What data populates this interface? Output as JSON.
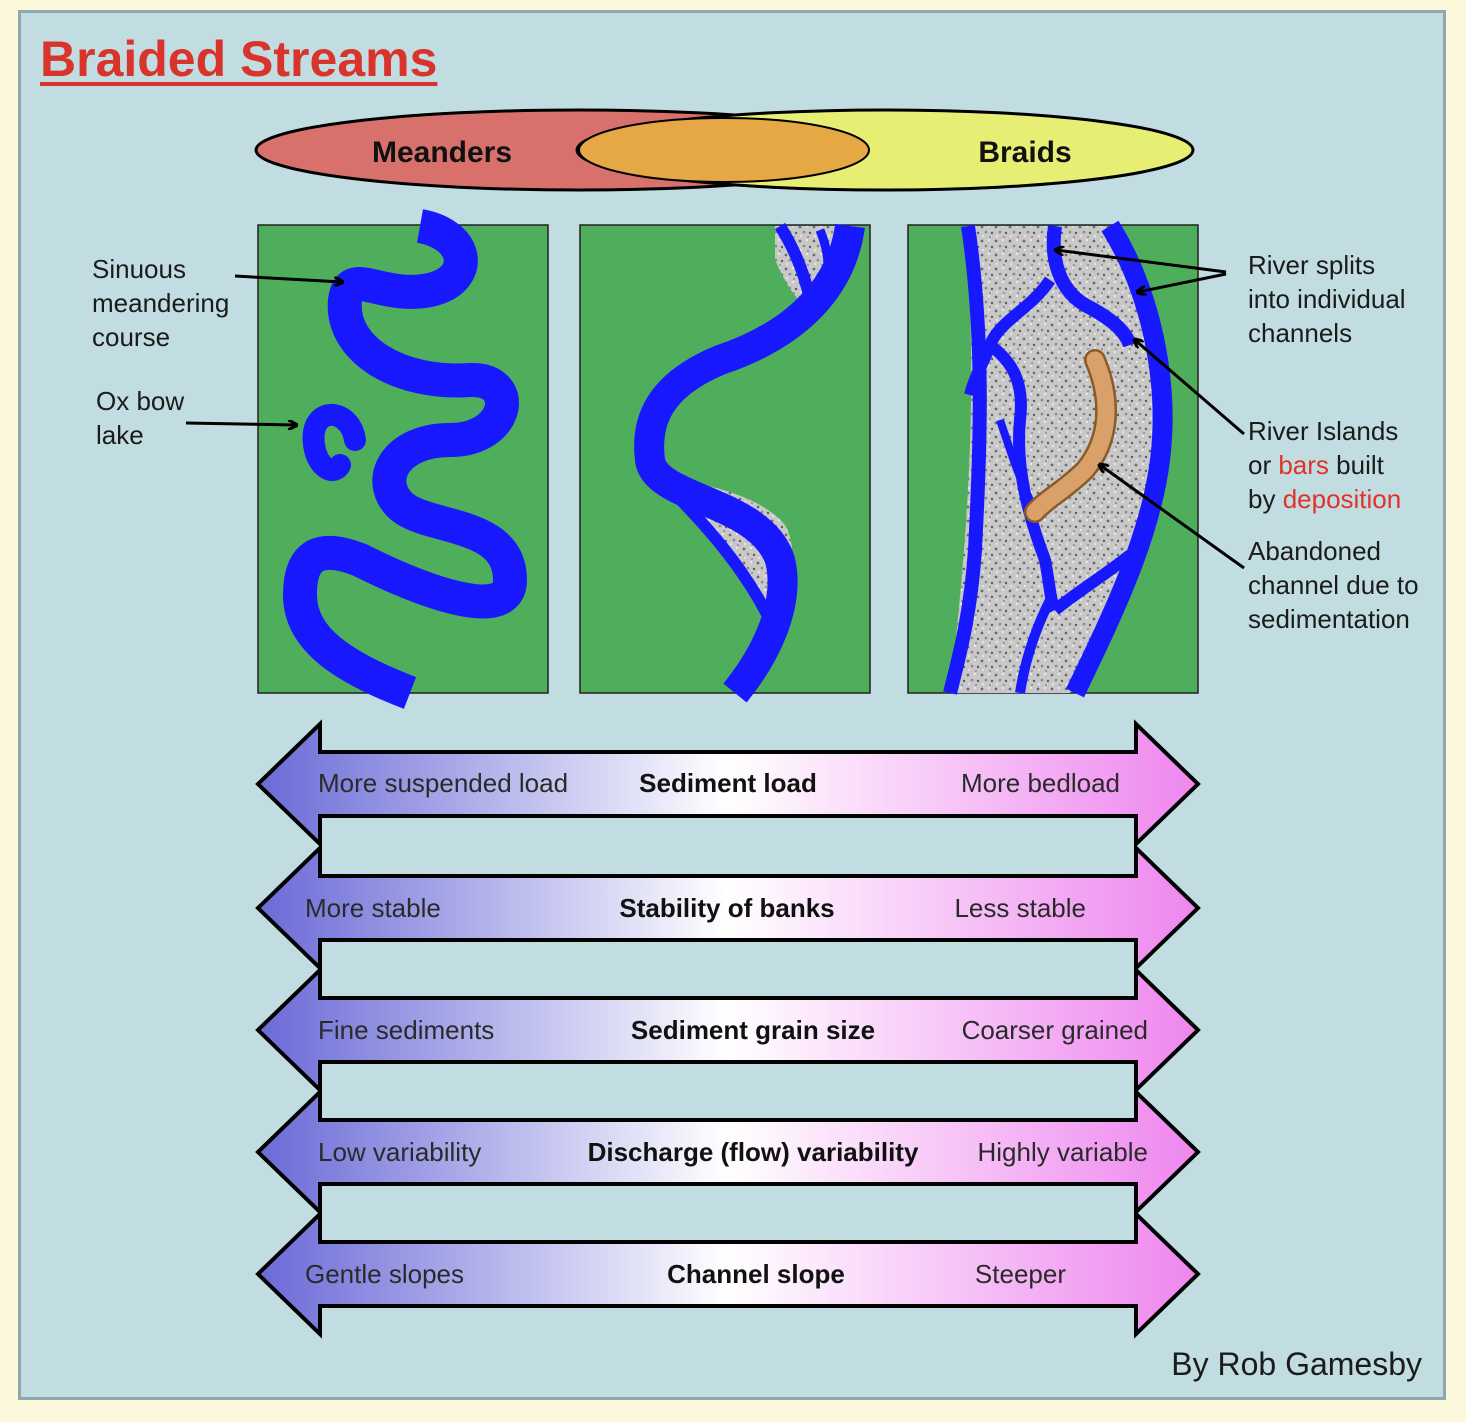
{
  "title": "Braided Streams",
  "venn": {
    "left": "Meanders",
    "right": "Braids"
  },
  "labels": {
    "sinuous": [
      "Sinuous",
      "meandering",
      "course"
    ],
    "oxbow": [
      "Ox bow",
      "lake"
    ],
    "splits": [
      "River splits",
      "into individual",
      "channels"
    ],
    "islands": {
      "line1": "River Islands",
      "line2_a": "or ",
      "line2_b": "bars",
      "line2_c": " built",
      "line3_a": "by ",
      "line3_b": "deposition"
    },
    "abandoned": [
      "Abandoned",
      "channel due to",
      "sedimentation"
    ]
  },
  "scales": [
    {
      "left": "More suspended load",
      "middle": "Sediment load",
      "right": "More bedload"
    },
    {
      "left": "More stable",
      "middle": "Stability of banks",
      "right": "Less stable"
    },
    {
      "left": "Fine sediments",
      "middle": "Sediment grain size",
      "right": "Coarser grained"
    },
    {
      "left": "Low variability",
      "middle": "Discharge (flow) variability",
      "right": "Highly variable"
    },
    {
      "left": "Gentle slopes",
      "middle": "Channel slope",
      "right": "Steeper"
    }
  ],
  "credit": "By Rob Gamesby",
  "colors": {
    "water": "#1818ff",
    "land": "#4fae5c",
    "bar": "#d9a06a",
    "meanders": "#d8706c",
    "braids": "#e6ee74",
    "overlap": "#e5a845",
    "title": "#d9342b"
  }
}
